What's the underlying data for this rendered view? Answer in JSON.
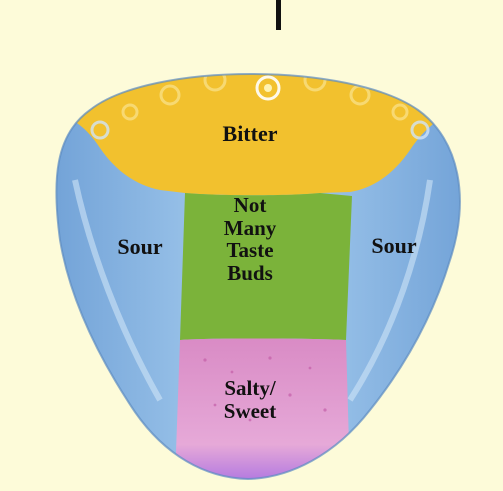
{
  "labels": {
    "bitter": "Bitter",
    "sour_left": "Sour",
    "sour_right": "Sour",
    "middle": [
      "Not",
      "Many",
      "Taste",
      "Buds"
    ],
    "tip": [
      "Salty/",
      "Sweet"
    ]
  },
  "colors": {
    "background": "#fdfbd9",
    "bitter_zone": "#f2c12e",
    "sour_zone": "#7faedc",
    "middle_zone": "#7bb33a",
    "tip_zone": "#d78cc6",
    "tip_edge": "#b87be0",
    "divider_line": "#111111"
  }
}
